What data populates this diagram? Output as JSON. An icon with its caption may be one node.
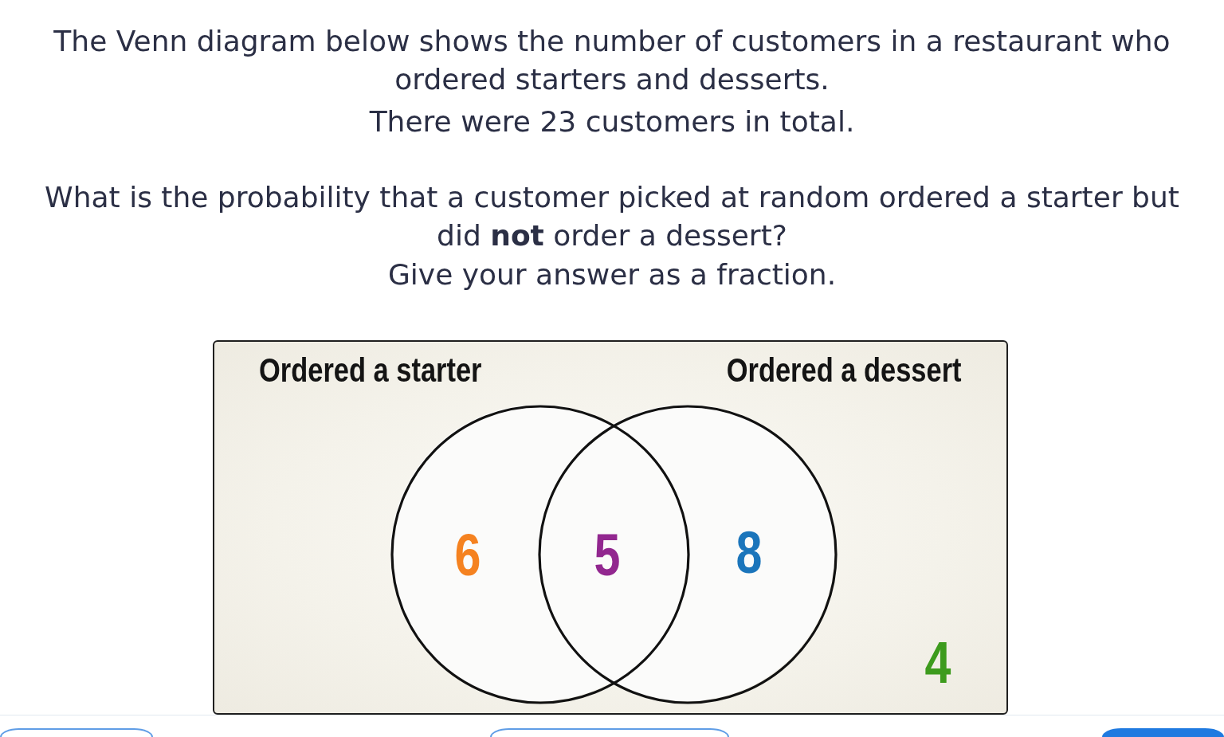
{
  "diagram": {
    "nodes": [
      {
        "text": [],
        "shape": "box"
      },
      {
        "text": [
          "Ordered a starter"
        ],
        "in": 0
      },
      {
        "text": [
          "Ordered a dessert"
        ],
        "in": 0
      }
    ],
    "labels": [
      "The Venn diagram below shows the number of customers in a restaurant who ordered starters and desserts.",
      "There were 23 customers in total.",
      "What is the probability that a customer picked at random ordered a starter but did **not** order a dessert?",
      "Give your answer as a fraction.",
      "6",
      "5",
      "8",
      "4"
    ]
  }
}
